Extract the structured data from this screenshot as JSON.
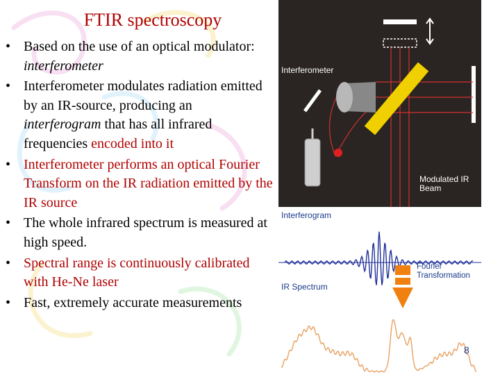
{
  "slide": {
    "title": "FTIR spectroscopy",
    "page_number": "8"
  },
  "bullets": [
    {
      "parts": [
        {
          "text": "Based on the use of an optical modulator: "
        },
        {
          "text": "interferometer",
          "style": "italic"
        }
      ]
    },
    {
      "parts": [
        {
          "text": "Interferometer modulates radiation emitted by an IR-source, producing an "
        },
        {
          "text": "interferogram",
          "style": "italic"
        },
        {
          "text": "  that has all infrared frequencies "
        },
        {
          "text": "encoded into it",
          "style": "red"
        }
      ]
    },
    {
      "parts": [
        {
          "text": "Interferometer performs an optical Fourier Transform on the IR radiation emitted by the IR source",
          "style": "red"
        }
      ]
    },
    {
      "parts": [
        {
          "text": "The whole infrared spectrum is measured at high speed."
        }
      ]
    },
    {
      "parts": [
        {
          "text": "Spectral range is continuously calibrated with He-Ne laser",
          "style": "red"
        }
      ]
    },
    {
      "parts": [
        {
          "text": "Fast, extremely accurate measurements"
        }
      ]
    }
  ],
  "figure": {
    "interferometer_label": "Interferometer",
    "modulated_beam_label": "Modulated IR Beam",
    "interferogram_label": "Interferogram",
    "fourier_label": "Fourier Transformation",
    "ir_spectrum_label": "IR Spectrum"
  },
  "colors": {
    "title": "#b00000",
    "accent_red": "#b00000",
    "panel_dark": "#2a2522",
    "plot_blue": "#1f2f9a",
    "spectrum_orange": "#e8a060",
    "arrow_orange": "#f08010",
    "beamsplitter_yellow": "#f0d000"
  }
}
